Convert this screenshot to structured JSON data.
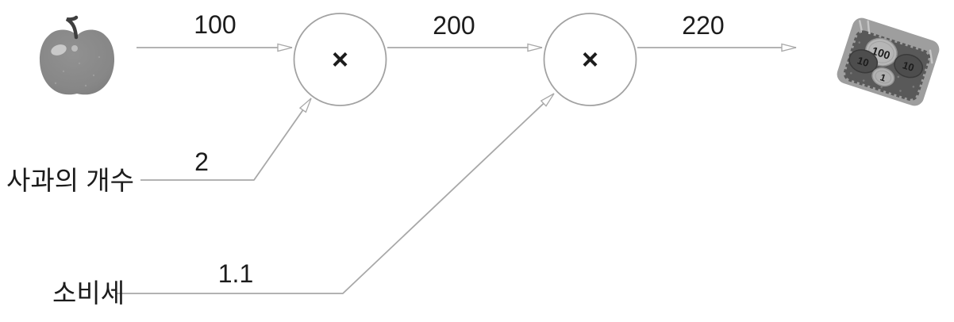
{
  "colors": {
    "background": "#ffffff",
    "line": "#a8a8a8",
    "node_stroke": "#a2a2a2",
    "text": "#1c1c1c"
  },
  "graph": {
    "edges": {
      "apple_price": "100",
      "subtotal": "200",
      "total": "220"
    },
    "nodes": {
      "multiply1": "×",
      "multiply2": "×"
    },
    "inputs": {
      "apple_count": {
        "label": "사과의 개수",
        "value": "2"
      },
      "consumption_tax": {
        "label": "소비세",
        "value": "1.1"
      }
    },
    "money": {
      "coin_100": "100",
      "coin_10_left": "10",
      "coin_10_right": "10",
      "coin_1": "1"
    }
  }
}
